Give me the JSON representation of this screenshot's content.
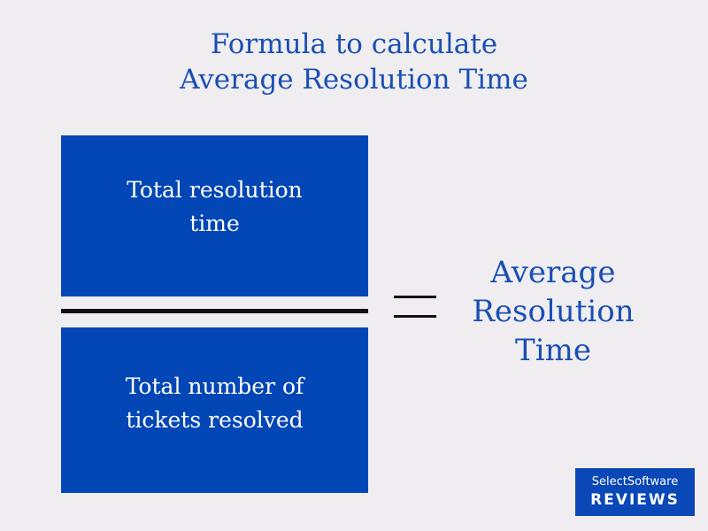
{
  "title": {
    "line1": "Formula to calculate",
    "line2": "Average Resolution Time"
  },
  "numerator": {
    "line1": "Total resolution",
    "line2": "time"
  },
  "denominator": {
    "line1": "Total number of",
    "line2": "tickets resolved"
  },
  "result": {
    "line1": "Average",
    "line2": "Resolution",
    "line3": "Time"
  },
  "logo": {
    "line1": "SelectSoftware",
    "line2": "REVIEWS"
  },
  "colors": {
    "background": "#efedef",
    "box": "#0346b6",
    "accent_text": "#1a4fb4",
    "bar": "#111111"
  }
}
